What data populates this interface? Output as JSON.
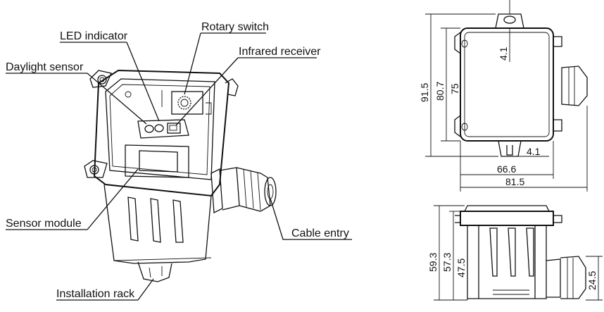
{
  "labels": {
    "led_indicator": "LED indicator",
    "rotary_switch": "Rotary switch",
    "infrared_receiver": "Infrared receiver",
    "daylight_sensor": "Daylight sensor",
    "sensor_module": "Sensor module",
    "cable_entry": "Cable entry",
    "installation_rack": "Installation rack"
  },
  "dimensions_top": {
    "height_overall": "91.5",
    "height_body": "80.7",
    "height_inner": "75",
    "tab_top": "4.1",
    "tab_bottom": "4.1",
    "width_body": "66.6",
    "width_overall": "81.5"
  },
  "dimensions_side": {
    "height_overall": "59.3",
    "height_body": "57.3",
    "height_inner": "47.5",
    "gland_height": "24.5"
  }
}
